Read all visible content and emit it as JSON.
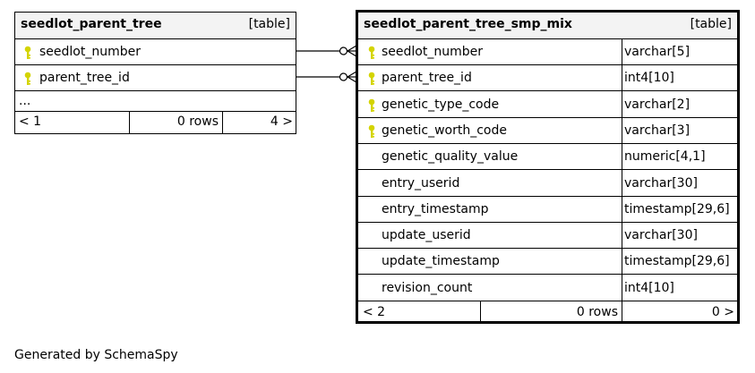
{
  "left_table": {
    "name": "seedlot_parent_tree",
    "type_label": "[table]",
    "columns": [
      {
        "name": "seedlot_number",
        "key": true
      },
      {
        "name": "parent_tree_id",
        "key": true
      }
    ],
    "more": "...",
    "footer": {
      "parents": "< 1",
      "rows": "0 rows",
      "children": "4 >"
    }
  },
  "right_table": {
    "name": "seedlot_parent_tree_smp_mix",
    "type_label": "[table]",
    "columns": [
      {
        "name": "seedlot_number",
        "type": "varchar[5]",
        "key": true
      },
      {
        "name": "parent_tree_id",
        "type": "int4[10]",
        "key": true
      },
      {
        "name": "genetic_type_code",
        "type": "varchar[2]",
        "key": true
      },
      {
        "name": "genetic_worth_code",
        "type": "varchar[3]",
        "key": true
      },
      {
        "name": "genetic_quality_value",
        "type": "numeric[4,1]",
        "key": false
      },
      {
        "name": "entry_userid",
        "type": "varchar[30]",
        "key": false
      },
      {
        "name": "entry_timestamp",
        "type": "timestamp[29,6]",
        "key": false
      },
      {
        "name": "update_userid",
        "type": "varchar[30]",
        "key": false
      },
      {
        "name": "update_timestamp",
        "type": "timestamp[29,6]",
        "key": false
      },
      {
        "name": "revision_count",
        "type": "int4[10]",
        "key": false
      }
    ],
    "footer": {
      "parents": "< 2",
      "rows": "0 rows",
      "children": "0 >"
    }
  },
  "generated_by": "Generated by SchemaSpy",
  "colors": {
    "key_icon": "#d4d400",
    "header_bg": "#f3f3f3",
    "line": "#000000"
  }
}
